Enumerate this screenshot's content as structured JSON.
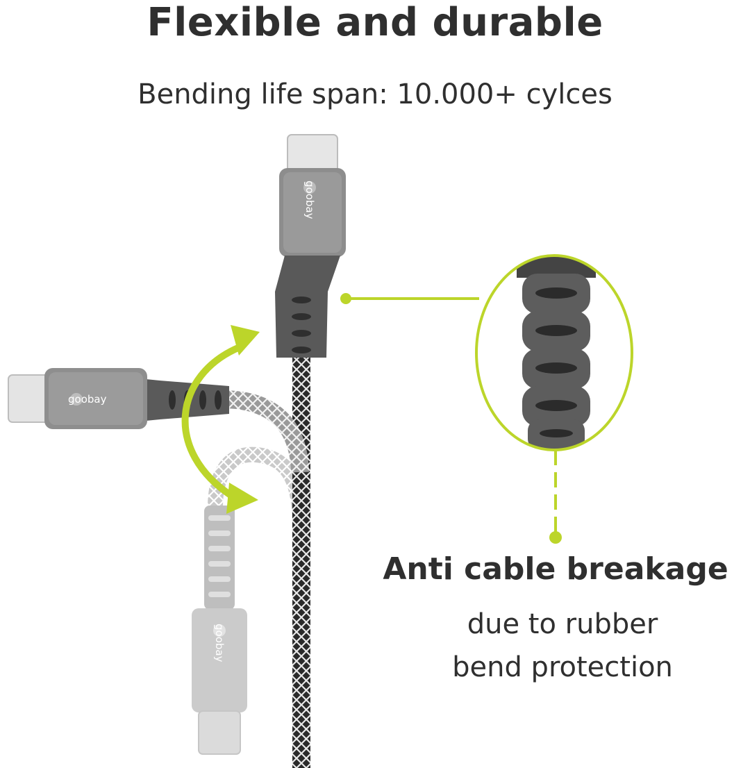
{
  "header": {
    "title": "Flexible and durable",
    "subtitle": "Bending life span: 10.000+ cylces"
  },
  "callout": {
    "title": "Anti cable breakage",
    "desc_line1": "due to rubber",
    "desc_line2": "bend protection"
  },
  "brand": {
    "logo_text": "goobay"
  },
  "colors": {
    "accent": "#bcd52a",
    "connector_dark": "#8c8c8c",
    "connector_light": "#c2c2c2",
    "strain_relief": "#5b5b5b",
    "text": "#2f2f2f"
  },
  "icons": [
    "bend-arrow-icon",
    "usb-c-connector-icon",
    "magnifier-callout-icon"
  ]
}
